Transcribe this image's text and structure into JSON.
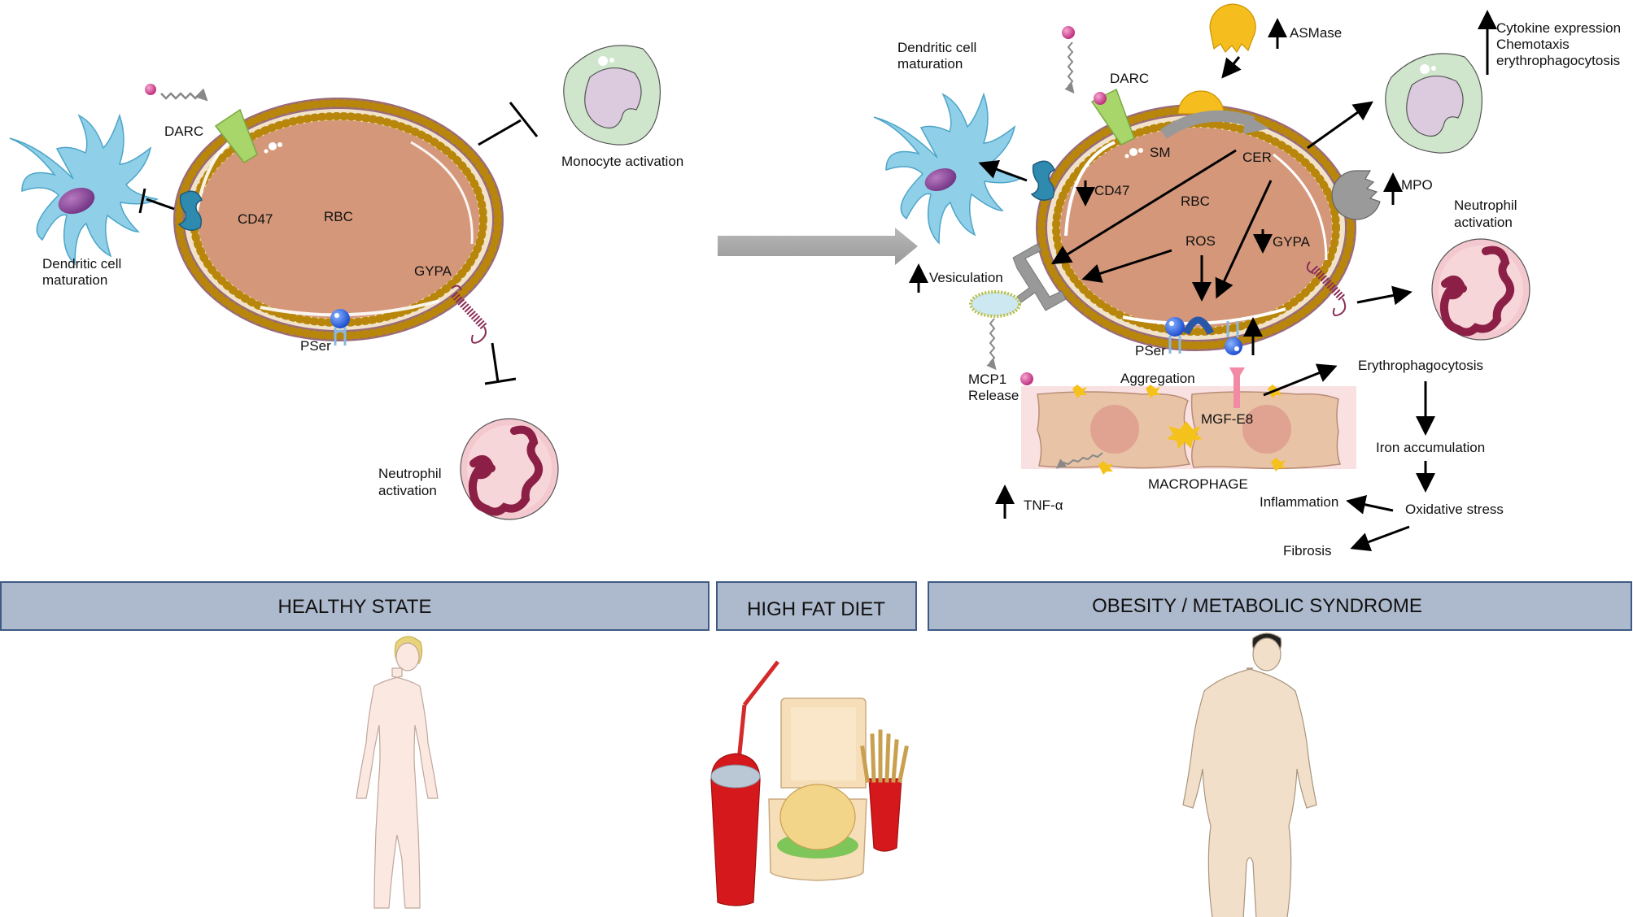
{
  "healthy_panel": {
    "darc_label": "DARC",
    "dendritic_label_line1": "Dendritic cell",
    "dendritic_label_line2": "maturation",
    "cd47_label": "CD47",
    "rbc_label": "RBC",
    "gypa_label": "GYPA",
    "pser_label": "PSer",
    "monocyte_label": "Monocyte activation",
    "neutrophil_label_line1": "Neutrophil",
    "neutrophil_label_line2": "activation"
  },
  "obese_panel": {
    "dendritic_label_line1": "Dendritic cell",
    "dendritic_label_line2": "maturation",
    "darc_label": "DARC",
    "asmase_label": "ASMase",
    "monocyte_effects": [
      "Cytokine expression",
      "Chemotaxis",
      "erythrophagocytosis"
    ],
    "sm_label": "SM",
    "cer_label": "CER",
    "cd47_label": "CD47",
    "rbc_label": "RBC",
    "ros_label": "ROS",
    "gypa_label": "GYPA",
    "mpo_label": "MPO",
    "neutrophil_label_line1": "Neutrophil",
    "neutrophil_label_line2": "activation",
    "vesiculation_label": "Vesiculation",
    "pser_label": "PSer",
    "mcp1_label_line1": "MCP1",
    "mcp1_label_line2": "Release",
    "aggregation_label": "Aggregation",
    "mgfe8_label": "MGF-E8",
    "macrophage_label": "MACROPHAGE",
    "tnf_label": "TNF-α",
    "cascade": {
      "erythrophagocytosis": "Erythrophagocytosis",
      "iron_accumulation": "Iron accumulation",
      "oxidative_stress": "Oxidative stress",
      "inflammation": "Inflammation",
      "fibrosis": "Fibrosis"
    }
  },
  "banners": {
    "healthy": "HEALTHY STATE",
    "diet": "HIGH FAT DIET",
    "obese": "OBESITY / METABOLIC SYNDROME"
  },
  "colors": {
    "banner_fill": "#adb9cc",
    "banner_border": "#3f5a85",
    "rbc_fill": "#d4977a",
    "membrane_head": "#c8902a",
    "membrane_tail": "#9a6b7a",
    "dendritic": "#8fcfe8",
    "monocyte": "#cfe5cc",
    "neutrophil": "#f3c9cf",
    "macrophage": "#e9c3a6"
  }
}
